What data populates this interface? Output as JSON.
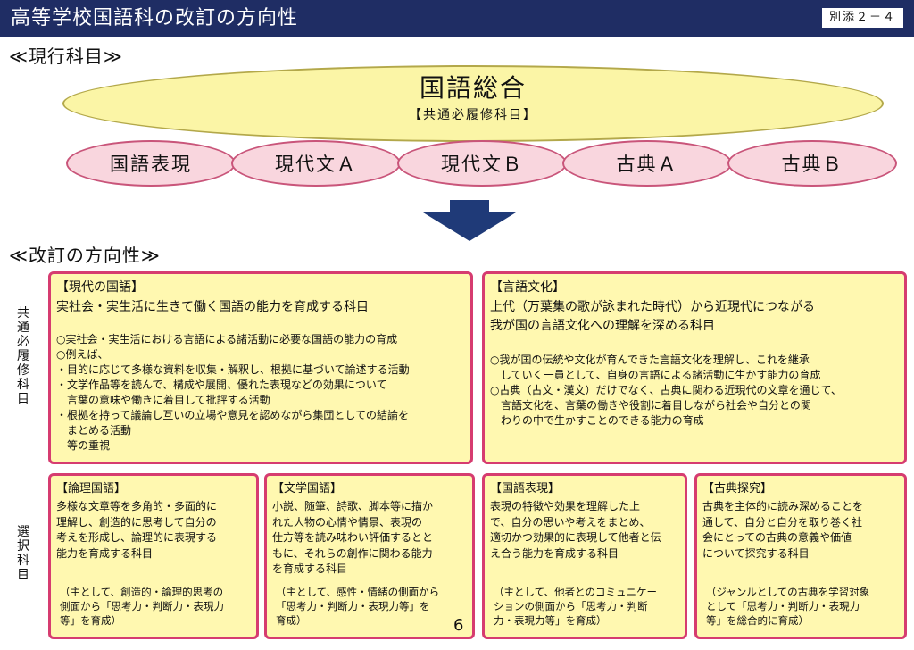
{
  "header": {
    "title": "高等学校国語科の改訂の方向性",
    "tag": "別添２－４"
  },
  "current": {
    "heading": "≪現行科目≫",
    "main_title": "国語総合",
    "main_sub": "【共通必履修科目】",
    "subjects": [
      "国語表現",
      "現代文Ａ",
      "現代文Ｂ",
      "古典Ａ",
      "古典Ｂ"
    ]
  },
  "revision": {
    "heading": "≪改訂の方向性≫"
  },
  "side_labels": {
    "required": [
      "共",
      "通",
      "必",
      "履",
      "修",
      "科",
      "目"
    ],
    "elective": [
      "選",
      "択",
      "科",
      "目"
    ]
  },
  "required": [
    {
      "title": "【現代の国語】",
      "summary": "実社会・実生活に生きて働く国語の能力を育成する科目",
      "details": [
        "○実社会・実生活における言語による諸活動に必要な国語の能力の育成",
        "○例えば、",
        "・目的に応じて多様な資料を収集・解釈し、根拠に基づいて論述する活動",
        "・文学作品等を読んで、構成や展開、優れた表現などの効果について",
        "　言葉の意味や働きに着目して批評する活動",
        "・根拠を持って議論し互いの立場や意見を認めながら集団としての結論を",
        "　まとめる活動",
        "　等の重視"
      ]
    },
    {
      "title": "【言語文化】",
      "summary": [
        "上代（万葉集の歌が詠まれた時代）から近現代につながる",
        "我が国の言語文化への理解を深める科目"
      ],
      "details": [
        "○我が国の伝統や文化が育んできた言語文化を理解し、これを継承",
        "　していく一員として、自身の言語による諸活動に生かす能力の育成",
        "○古典（古文・漢文）だけでなく、古典に関わる近現代の文章を通じて、",
        "　言語文化を、言葉の働きや役割に着目しながら社会や自分との関",
        "　わりの中で生かすことのできる能力の育成"
      ]
    }
  ],
  "electives": [
    {
      "title": "【論理国語】",
      "body": [
        "多様な文章等を多角的・多面的に",
        "理解し、創造的に思考して自分の",
        "考えを形成し、論理的に表現する",
        "能力を育成する科目"
      ],
      "note": [
        "（主として、創造的・論理的思考の",
        "側面から「思考力・判断力・表現力",
        "等」を育成）"
      ]
    },
    {
      "title": "【文学国語】",
      "body": [
        "小説、随筆、詩歌、脚本等に描か",
        "れた人物の心情や情景、表現の",
        "仕方等を読み味わい評価するとと",
        "もに、それらの創作に関わる能力",
        "を育成する科目"
      ],
      "note": [
        "（主として、感性・情緒の側面から",
        "「思考力・判断力・表現力等」を",
        "育成）"
      ]
    },
    {
      "title": "【国語表現】",
      "body": [
        "表現の特徴や効果を理解した上",
        "で、自分の思いや考えをまとめ、",
        "適切かつ効果的に表現して他者と伝",
        "え合う能力を育成する科目"
      ],
      "note": [
        "（主として、他者とのコミュニケー",
        "ションの側面から「思考力・判断",
        "力・表現力等」を育成）"
      ]
    },
    {
      "title": "【古典探究】",
      "body": [
        "古典を主体的に読み深めることを",
        "通して、自分と自分を取り巻く社",
        "会にとっての古典の意義や価値",
        "について探究する科目"
      ],
      "note": [
        "（ジャンルとしての古典を学習対象",
        "として「思考力・判断力・表現力",
        "等」を総合的に育成）"
      ]
    }
  ],
  "page_number": "6",
  "colors": {
    "header": "#1f2d64",
    "ellipse_fill": "#fbf5a6",
    "subject_fill": "#f9d6de",
    "box_fill": "#fff8b0",
    "box_border": "#d63c70",
    "arrow": "#1f3a78"
  }
}
